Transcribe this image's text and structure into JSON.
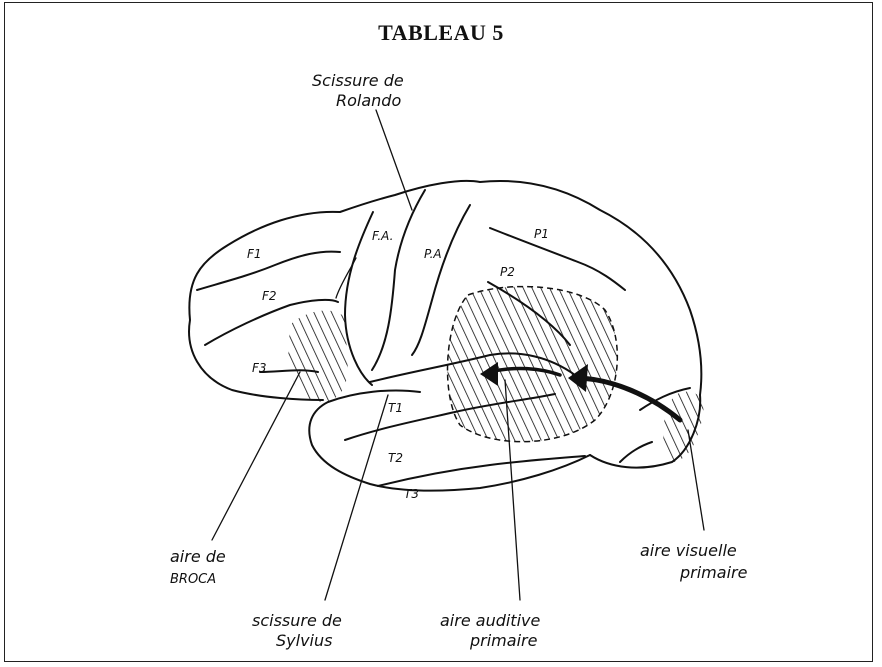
{
  "title": "TABLEAU 5",
  "labels": {
    "rolando_line1": "Scissure de",
    "rolando_line2": "Rolando",
    "broca_line1": "aire de",
    "broca_line2": "BROCA",
    "sylvius_line1": "scissure de",
    "sylvius_line2": "Sylvius",
    "auditive_line1": "aire auditive",
    "auditive_line2": "primaire",
    "visuelle_line1": "aire visuelle",
    "visuelle_line2": "primaire"
  },
  "regions": {
    "f1": "F1",
    "f2": "F2",
    "f3": "F3",
    "fa": "F.A.",
    "pa": "P.A",
    "p1": "P1",
    "p2": "P2",
    "t1": "T1",
    "t2": "T2",
    "t3": "T3"
  }
}
